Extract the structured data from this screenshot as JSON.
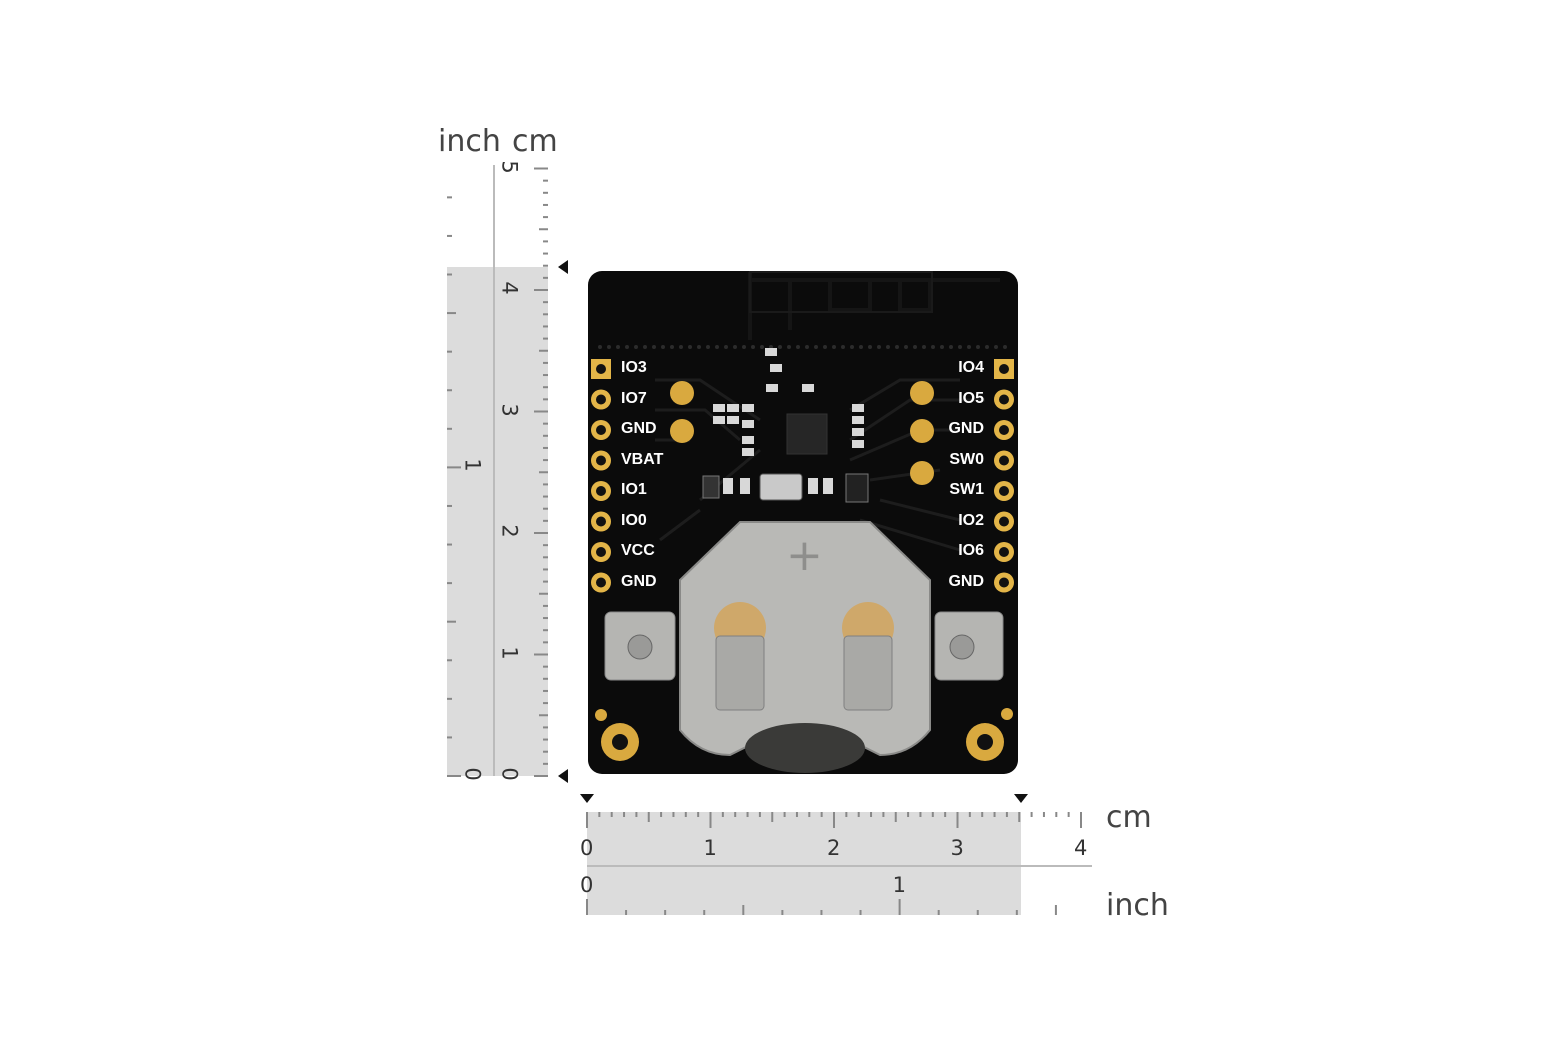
{
  "rulers": {
    "vertical": {
      "unit_inch": "inch",
      "unit_cm": "cm",
      "cm_ticks": [
        "5",
        "4",
        "3",
        "2",
        "1",
        "0"
      ],
      "inch_ticks": [
        "1",
        "0"
      ]
    },
    "horizontal": {
      "unit_cm": "cm",
      "unit_inch": "inch",
      "cm_ticks": [
        "0",
        "1",
        "2",
        "3",
        "4"
      ],
      "inch_ticks": [
        "0",
        "1"
      ]
    }
  },
  "board": {
    "left_pins": [
      "IO3",
      "IO7",
      "GND",
      "VBAT",
      "IO1",
      "IO0",
      "VCC",
      "GND"
    ],
    "right_pins": [
      "IO4",
      "IO5",
      "GND",
      "SW0",
      "SW1",
      "IO2",
      "IO6",
      "GND"
    ],
    "battery_polarity": "+",
    "colors": {
      "pcb": "#0b0b0b",
      "gold": "#d9a93f",
      "holder": "#b8b8b5"
    }
  }
}
